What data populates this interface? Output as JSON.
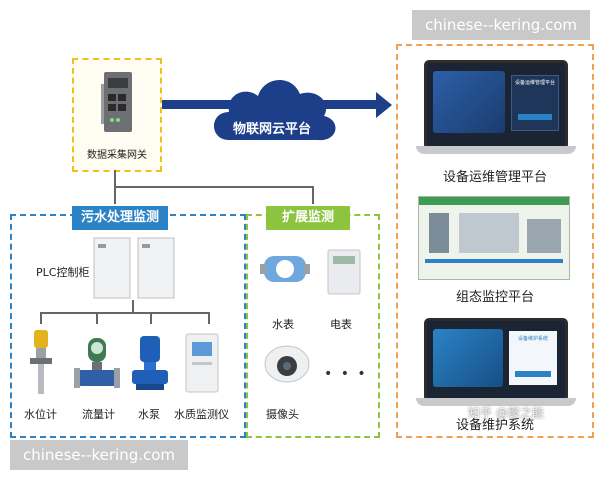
{
  "watermark_top": "chinese--kering.com",
  "watermark_bottom": "chinese--kering.com",
  "gateway_label": "数据采集网关",
  "cloud_label": "物联网云平台",
  "sewage": {
    "header": "污水处理监测",
    "plc_label": "PLC控制柜",
    "devices": [
      "水位计",
      "流量计",
      "水泵",
      "水质监测仪"
    ]
  },
  "expand": {
    "header": "扩展监测",
    "devices": [
      "水表",
      "电表",
      "摄像头"
    ],
    "more": "• • •"
  },
  "platforms": {
    "ops": "设备运维管理平台",
    "scada": "组态监控平台",
    "maint": "设备维护系统"
  },
  "screen_text": {
    "login_title": "设备运维管理平台",
    "maint_title": "设备维护系统"
  },
  "overlay": "知乎 @聚之能",
  "colors": {
    "blue": "#2b83c6",
    "green": "#8cc43f",
    "orange": "#f0a050",
    "navy": "#1d3f8a"
  }
}
